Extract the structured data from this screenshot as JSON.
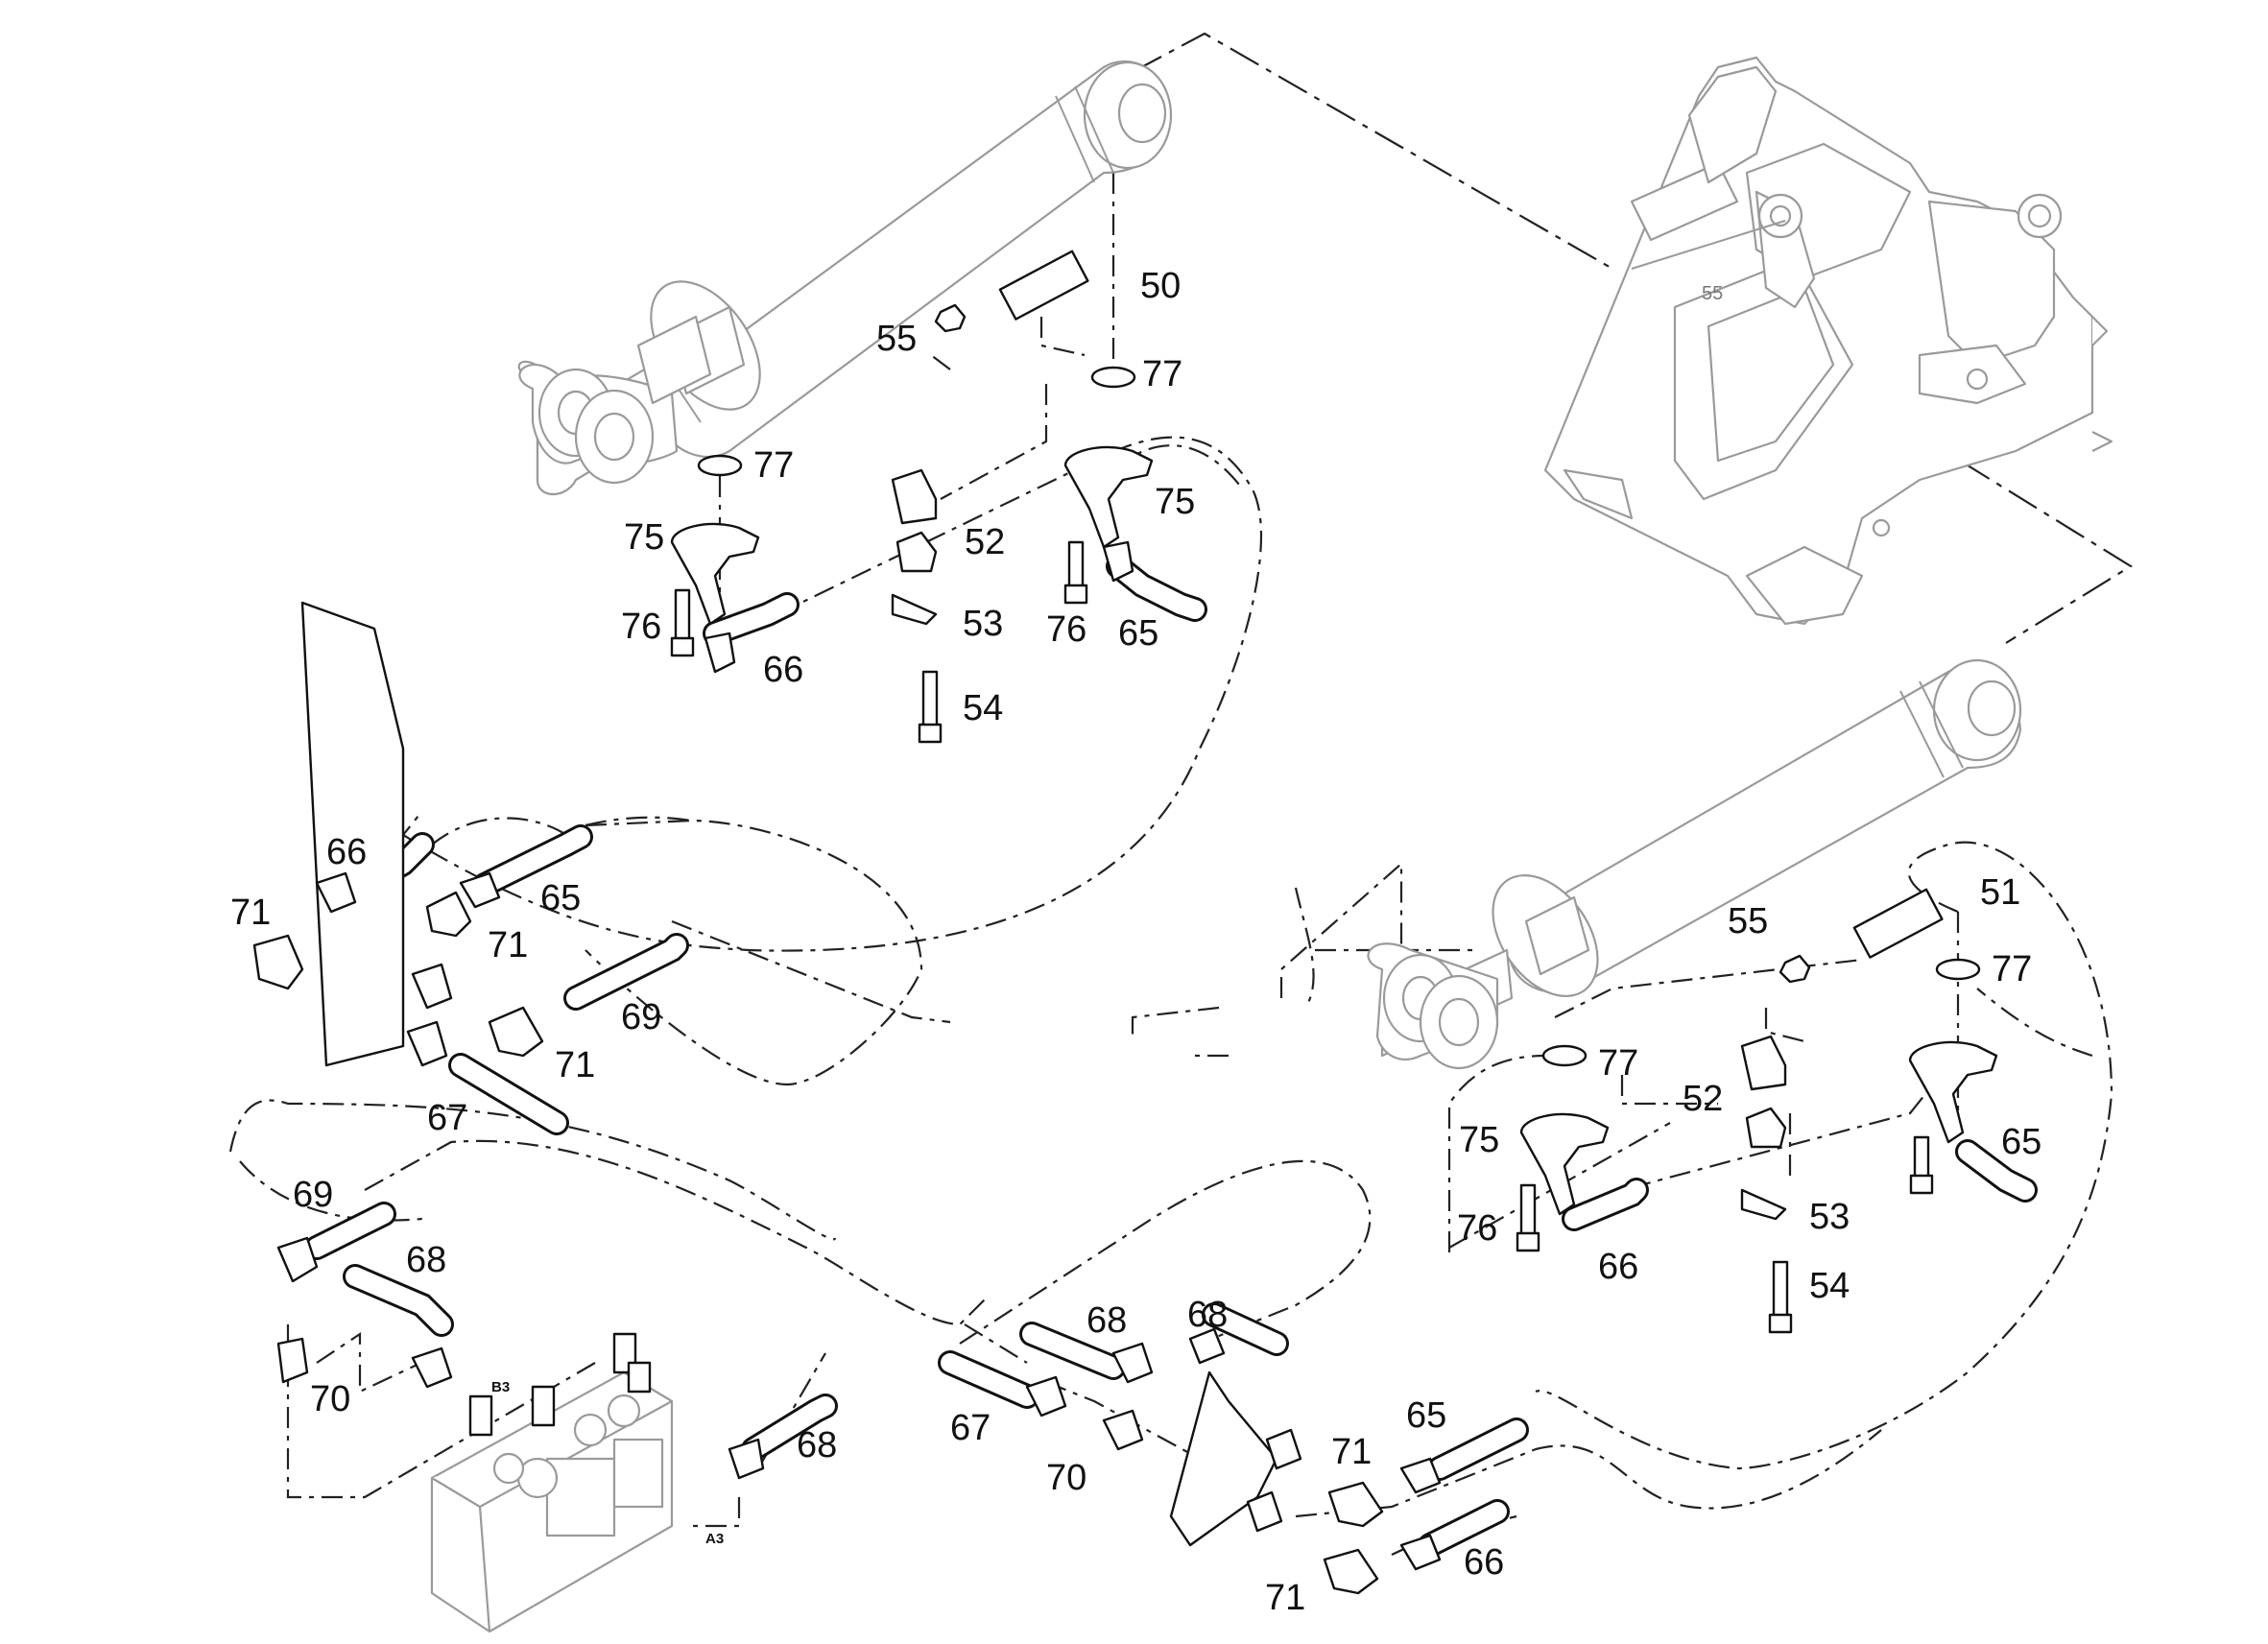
{
  "callouts": [
    {
      "id": "c50",
      "text": "50"
    },
    {
      "id": "c77a",
      "text": "77"
    },
    {
      "id": "c55a",
      "text": "55"
    },
    {
      "id": "c77b",
      "text": "77"
    },
    {
      "id": "c75a",
      "text": "75"
    },
    {
      "id": "c75b",
      "text": "75"
    },
    {
      "id": "c52a",
      "text": "52"
    },
    {
      "id": "c76a",
      "text": "76"
    },
    {
      "id": "c53a",
      "text": "53"
    },
    {
      "id": "c76b",
      "text": "76"
    },
    {
      "id": "c65a",
      "text": "65"
    },
    {
      "id": "c66a",
      "text": "66"
    },
    {
      "id": "c54a",
      "text": "54"
    },
    {
      "id": "c66b",
      "text": "66"
    },
    {
      "id": "c71a",
      "text": "71"
    },
    {
      "id": "c65b",
      "text": "65"
    },
    {
      "id": "c71b",
      "text": "71"
    },
    {
      "id": "c69a",
      "text": "69"
    },
    {
      "id": "c71c",
      "text": "71"
    },
    {
      "id": "c67a",
      "text": "67"
    },
    {
      "id": "c51",
      "text": "51"
    },
    {
      "id": "c55b",
      "text": "55"
    },
    {
      "id": "c77c",
      "text": "77"
    },
    {
      "id": "c77d",
      "text": "77"
    },
    {
      "id": "c52b",
      "text": "52"
    },
    {
      "id": "c75c",
      "text": "75"
    },
    {
      "id": "c65c",
      "text": "65"
    },
    {
      "id": "c76c",
      "text": "76"
    },
    {
      "id": "c53b",
      "text": "53"
    },
    {
      "id": "c66c",
      "text": "66"
    },
    {
      "id": "c54b",
      "text": "54"
    },
    {
      "id": "c69b",
      "text": "69"
    },
    {
      "id": "c68a",
      "text": "68"
    },
    {
      "id": "c68b",
      "text": "68"
    },
    {
      "id": "c68c",
      "text": "68"
    },
    {
      "id": "c70a",
      "text": "70"
    },
    {
      "id": "c67b",
      "text": "67"
    },
    {
      "id": "c68d",
      "text": "68"
    },
    {
      "id": "c70b",
      "text": "70"
    },
    {
      "id": "c71d",
      "text": "71"
    },
    {
      "id": "c65d",
      "text": "65"
    },
    {
      "id": "c71e",
      "text": "71"
    },
    {
      "id": "c66d",
      "text": "66"
    }
  ],
  "port_labels": {
    "b3": "B3",
    "a3": "A3"
  },
  "frame_marking": "55"
}
